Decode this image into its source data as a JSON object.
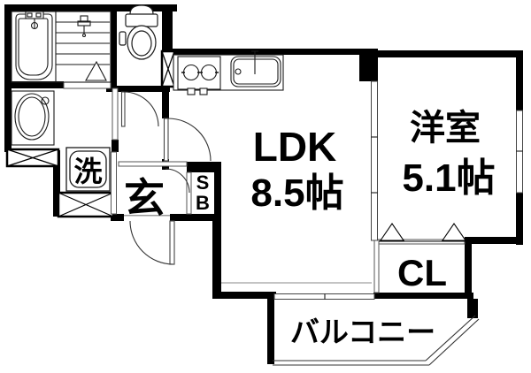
{
  "plan": {
    "rooms": {
      "ldk": {
        "name": "LDK",
        "size": "8.5帖"
      },
      "western": {
        "name": "洋室",
        "size": "5.1帖"
      },
      "closet": {
        "label": "CL"
      },
      "balcony": {
        "label": "バルコニー"
      },
      "entrance": {
        "label": "玄"
      },
      "washer": {
        "label": "洗"
      },
      "shoebox": {
        "line1": "S",
        "line2": "B"
      }
    },
    "colors": {
      "wall": "#000000",
      "line": "#1a1a1a",
      "background": "#ffffff"
    }
  }
}
